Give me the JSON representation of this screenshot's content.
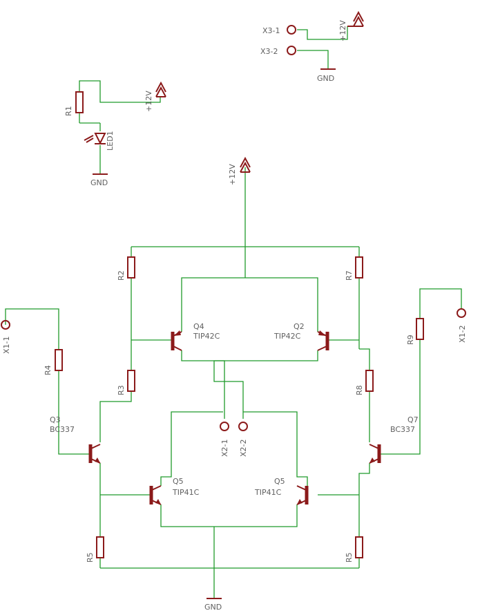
{
  "schematic": {
    "title": "",
    "supply": {
      "top": "+12V",
      "led": "+12V",
      "connector": "+12V"
    },
    "ground": {
      "led": "GND",
      "connector": "GND",
      "bottom": "GND"
    },
    "connectors": {
      "x1_1": "X1-1",
      "x1_2": "X1-2",
      "x2_1": "X2-1",
      "x2_2": "X2-2",
      "x3_1": "X3-1",
      "x3_2": "X3-2"
    },
    "led": {
      "ref": "LED1"
    },
    "resistors": {
      "r1": "R1",
      "r2": "R2",
      "r3": "R3",
      "r4": "R4",
      "r5_left": "R5",
      "r5_right": "R5",
      "r7": "R7",
      "r8": "R8",
      "r9": "R9"
    },
    "transistors": {
      "q4": {
        "ref": "Q4",
        "part": "TIP42C"
      },
      "q2": {
        "ref": "Q2",
        "part": "TIP42C"
      },
      "q3": {
        "ref": "Q3",
        "part": "BC337"
      },
      "q7": {
        "ref": "Q7",
        "part": "BC337"
      },
      "q5_left": {
        "ref": "Q5",
        "part": "TIP41C"
      },
      "q5_right": {
        "ref": "Q5",
        "part": "TIP41C"
      }
    },
    "colors": {
      "wire": "#1f9a2a",
      "component": "#8b1a1a",
      "label": "#606060"
    }
  }
}
